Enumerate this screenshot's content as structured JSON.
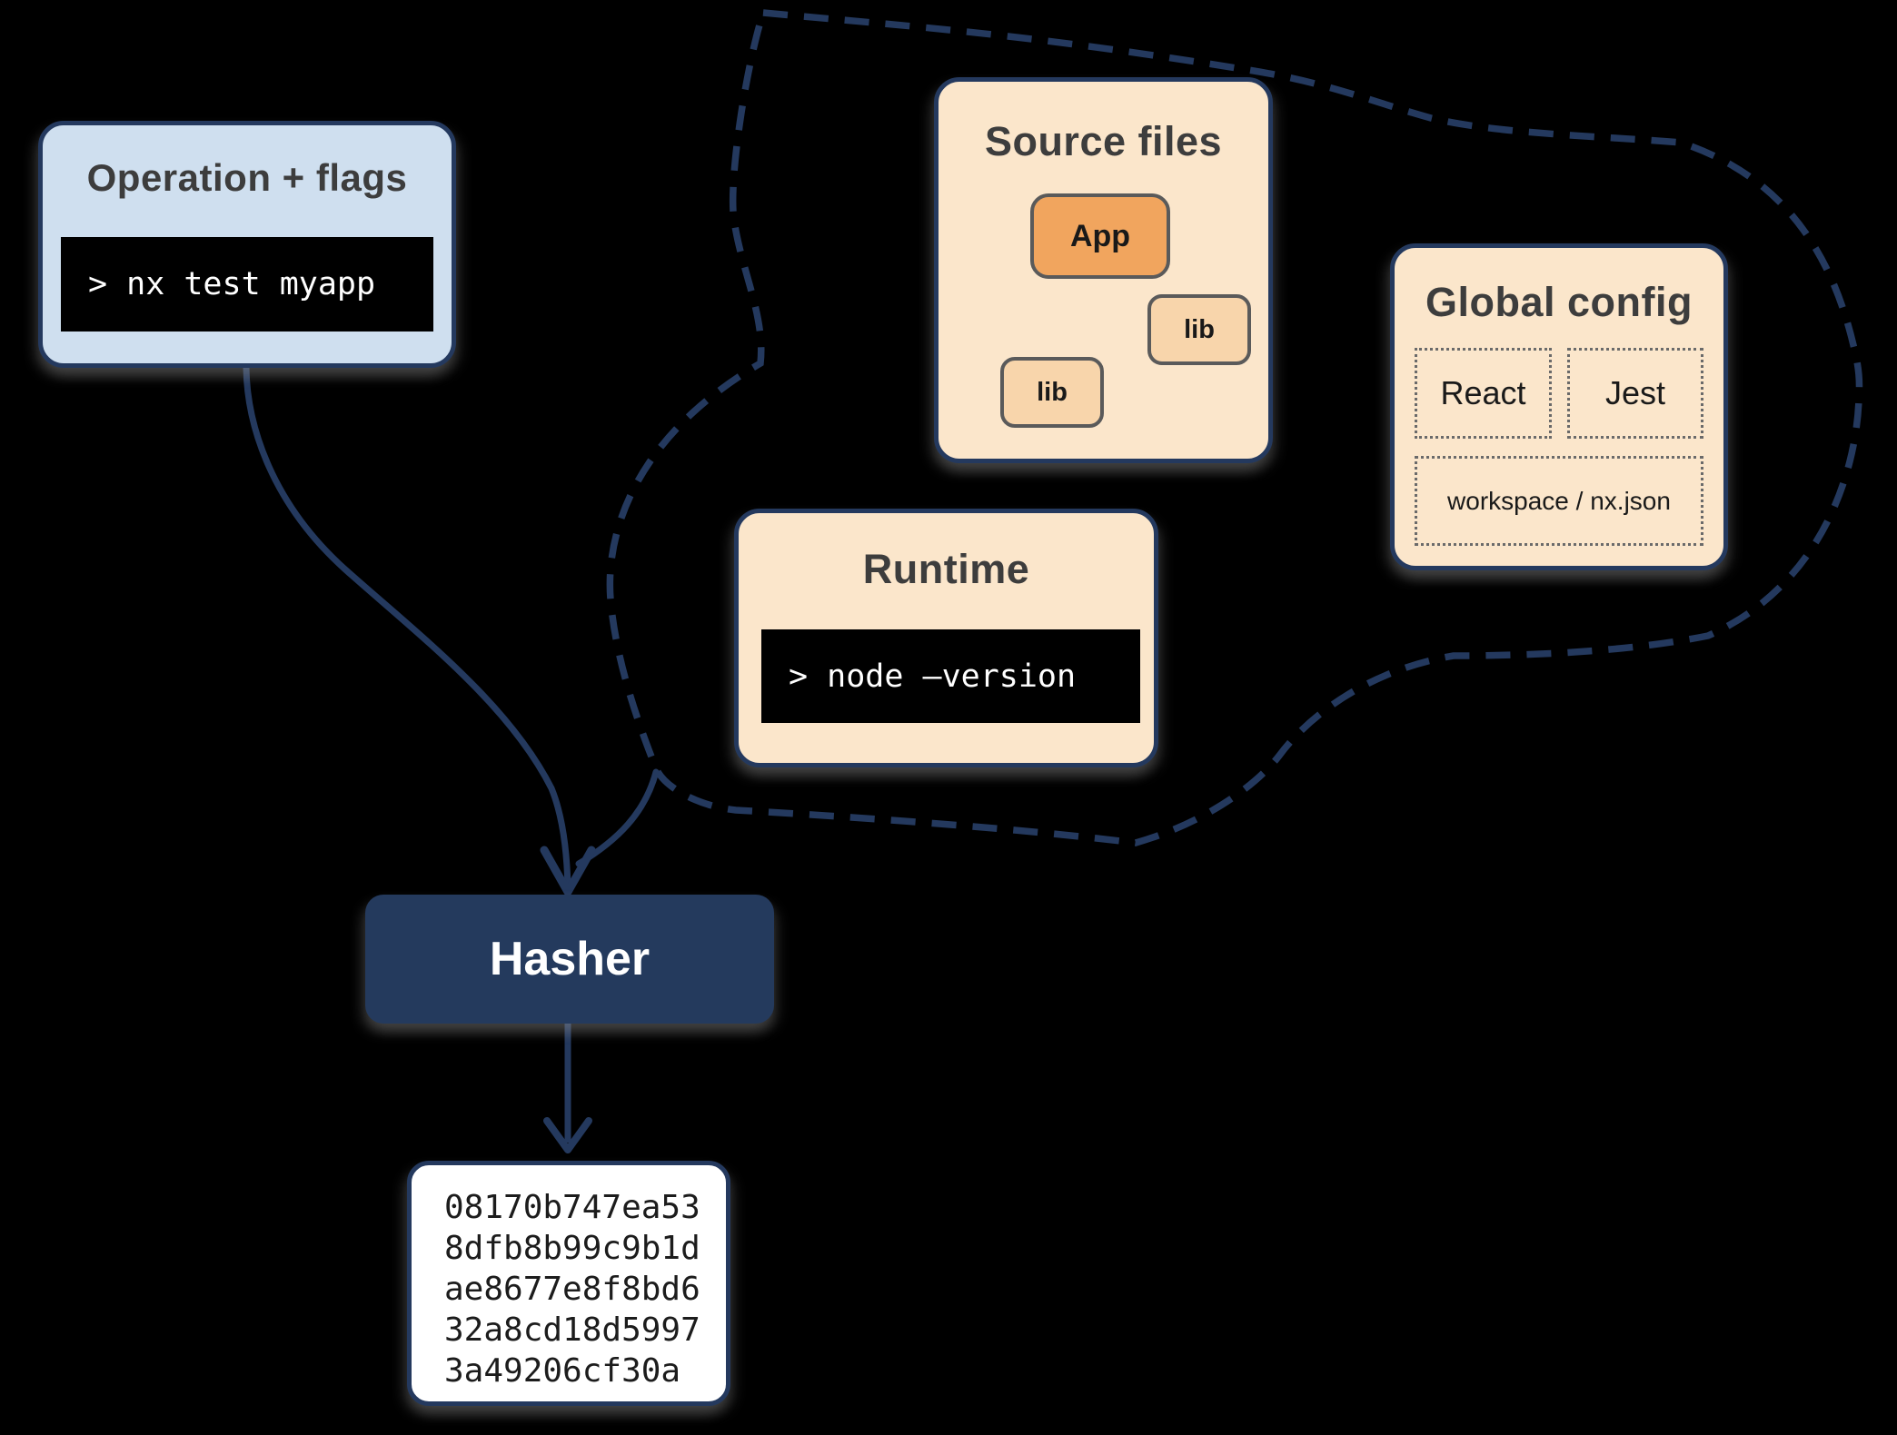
{
  "colors": {
    "background": "#000000",
    "navy": "#24395e",
    "panel_blue": "#cfdfef",
    "panel_peach": "#fbe6cb",
    "node_orange": "#f1a55e",
    "node_light_orange": "#f8d5ab",
    "hasher_bg": "#243a5d",
    "terminal_bg": "#000000",
    "terminal_text": "#ffffff",
    "heading_text": "#3d3d3d",
    "arrow_gray": "#5a5a5a"
  },
  "operation_box": {
    "title": "Operation + flags",
    "command": "> nx test myapp"
  },
  "source_files": {
    "title": "Source files",
    "app_label": "App",
    "lib_right_label": "lib",
    "lib_left_label": "lib"
  },
  "global_config": {
    "title": "Global config",
    "cells": [
      "React",
      "Jest",
      "workspace / nx.json"
    ]
  },
  "runtime": {
    "title": "Runtime",
    "command": "> node –version"
  },
  "hasher": {
    "label": "Hasher"
  },
  "hash_output": {
    "lines": [
      "08170b747ea53",
      "8dfb8b99c9b1d",
      "ae8677e8f8bd6",
      "32a8cd18d5997",
      "3a49206cf30a"
    ]
  }
}
